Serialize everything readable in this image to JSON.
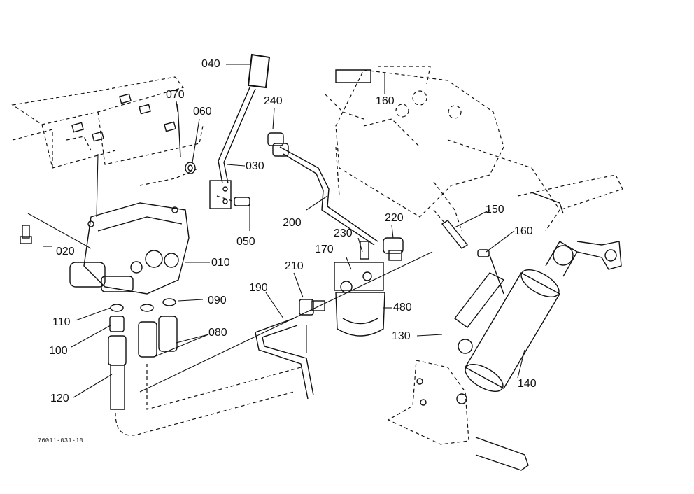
{
  "parts": {
    "p040": "040",
    "p070": "070",
    "p060": "060",
    "p030": "030",
    "p240": "240",
    "p160a": "160",
    "p160b": "160",
    "p050": "050",
    "p020": "020",
    "p010": "010",
    "p200": "200",
    "p220": "220",
    "p230": "230",
    "p170": "170",
    "p150": "150",
    "p210": "210",
    "p190": "190",
    "p090": "090",
    "p110": "110",
    "p100": "100",
    "p080": "080",
    "p480": "480",
    "p130": "130",
    "p140": "140",
    "p120": "120"
  },
  "figure_code": "76011-031-10"
}
